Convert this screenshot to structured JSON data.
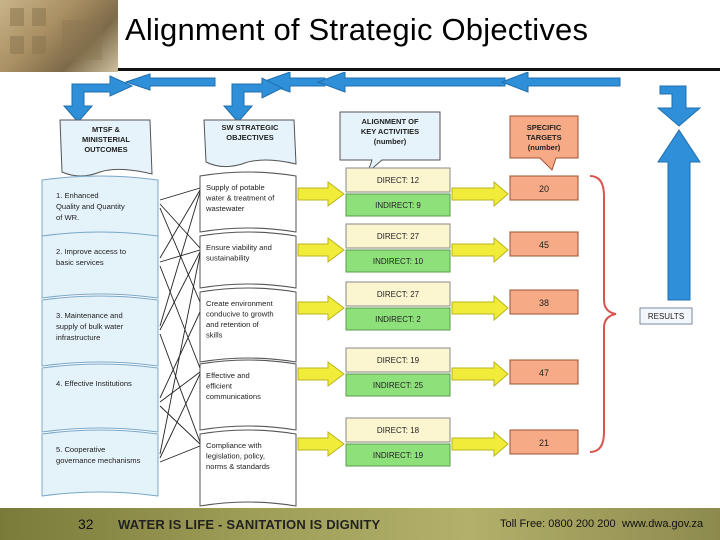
{
  "title": "Alignment of Strategic Objectives",
  "columns": {
    "mtsf": "MTSF & MINISTERIAL OUTCOMES",
    "sw": "SW STRATEGIC OBJECTIVES",
    "alignment": "ALIGNMENT OF KEY ACTIVITIES (number)",
    "targets": "SPECIFIC TARGETS (number)"
  },
  "outcomes": [
    [
      "1.      Enhanced",
      "Quality and Quantity",
      "of WR."
    ],
    [
      "2. Improve access to",
      "basic services"
    ],
    [
      "3. Maintenance and",
      "supply of bulk water",
      "infrastructure"
    ],
    [
      "4. Effective Institutions"
    ],
    [
      "5. Cooperative",
      "governance mechanisms"
    ]
  ],
  "objectives": [
    [
      "Supply of potable",
      "water & treatment of",
      "wastewater"
    ],
    [
      "Ensure viability and",
      "sustainability"
    ],
    [
      "Create environment",
      "conducive to growth",
      "and retention of",
      "skills"
    ],
    [
      "Effective and",
      "efficient",
      "communications"
    ],
    [
      "Compliance with",
      "legislation, policy,",
      "norms & standards"
    ]
  ],
  "activities": [
    {
      "direct": "DIRECT:  12",
      "indirect": "INDIRECT: 9",
      "target": "20"
    },
    {
      "direct": "DIRECT: 27",
      "indirect": "INDIRECT: 10",
      "target": "45"
    },
    {
      "direct": "DIRECT: 27",
      "indirect": "INDIRECT: 2",
      "target": "38"
    },
    {
      "direct": "DIRECT: 19",
      "indirect": "INDIRECT: 25",
      "target": "47"
    },
    {
      "direct": "DIRECT: 18",
      "indirect": "INDIRECT: 19",
      "target": "21"
    }
  ],
  "results_label": "RESULTS",
  "footer": {
    "page": "32",
    "slogan": "WATER IS LIFE - SANITATION IS DIGNITY",
    "toll_free": "Toll Free: 0800 200 200",
    "website": "www.dwa.gov.za"
  },
  "colors": {
    "arrow_blue": "#2f8fd8",
    "direct_fill": "#fbf6d0",
    "indirect_fill": "#8ee07a",
    "target_fill": "#f6ab86",
    "yellow_arrow": "#f1ec3a",
    "bracket": "#d9534f"
  }
}
